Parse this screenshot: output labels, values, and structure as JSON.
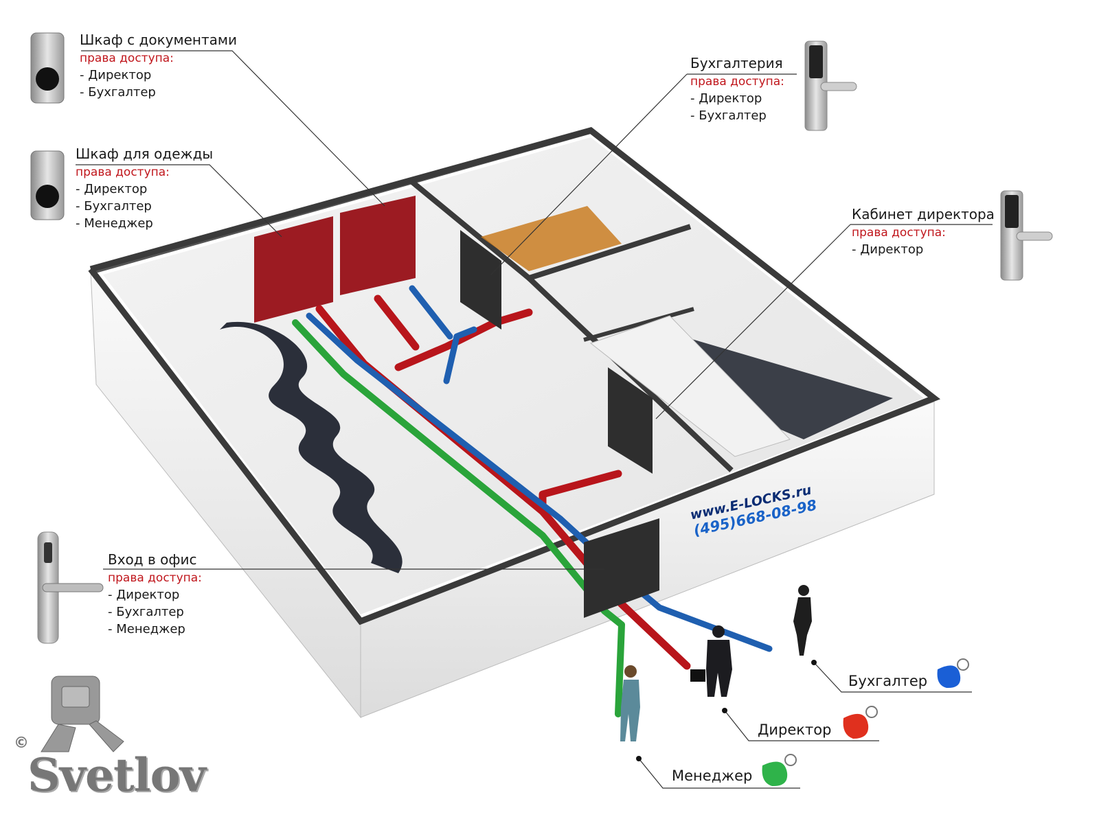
{
  "labels": {
    "docs": {
      "title": "Шкаф с документами",
      "rights": "права доступа:",
      "roles": [
        "Директор",
        "Бухгалтер"
      ]
    },
    "clothes": {
      "title": "Шкаф для одежды",
      "rights": "права доступа:",
      "roles": [
        "Директор",
        "Бухгалтер",
        "Менеджер"
      ]
    },
    "accounting": {
      "title": "Бухгалтерия",
      "rights": "права доступа:",
      "roles": [
        "Директор",
        "Бухгалтер"
      ]
    },
    "director": {
      "title": "Кабинет директора",
      "rights": "права доступа:",
      "roles": [
        "Директор"
      ]
    },
    "entrance": {
      "title": "Вход в офис",
      "rights": "права доступа:",
      "roles": [
        "Директор",
        "Бухгалтер",
        "Менеджер"
      ]
    }
  },
  "fobs": {
    "accountant": {
      "label": "Бухгалтер",
      "color": "#1a5fd6"
    },
    "director": {
      "label": "Директор",
      "color": "#e0301e"
    },
    "manager": {
      "label": "Менеджер",
      "color": "#2fb34a"
    }
  },
  "website": {
    "url": "www.E-LOCKS.ru",
    "phone": "(495)668-08-98"
  },
  "logo": {
    "copyright": "©",
    "name": "Svetlov"
  },
  "colors": {
    "rights_text": "#c0161c",
    "path_red": "#b8151b",
    "path_blue": "#1f5fb0",
    "path_green": "#2aa43a",
    "wall": "#3a3a3a",
    "cabinet": "#9c1b22"
  }
}
